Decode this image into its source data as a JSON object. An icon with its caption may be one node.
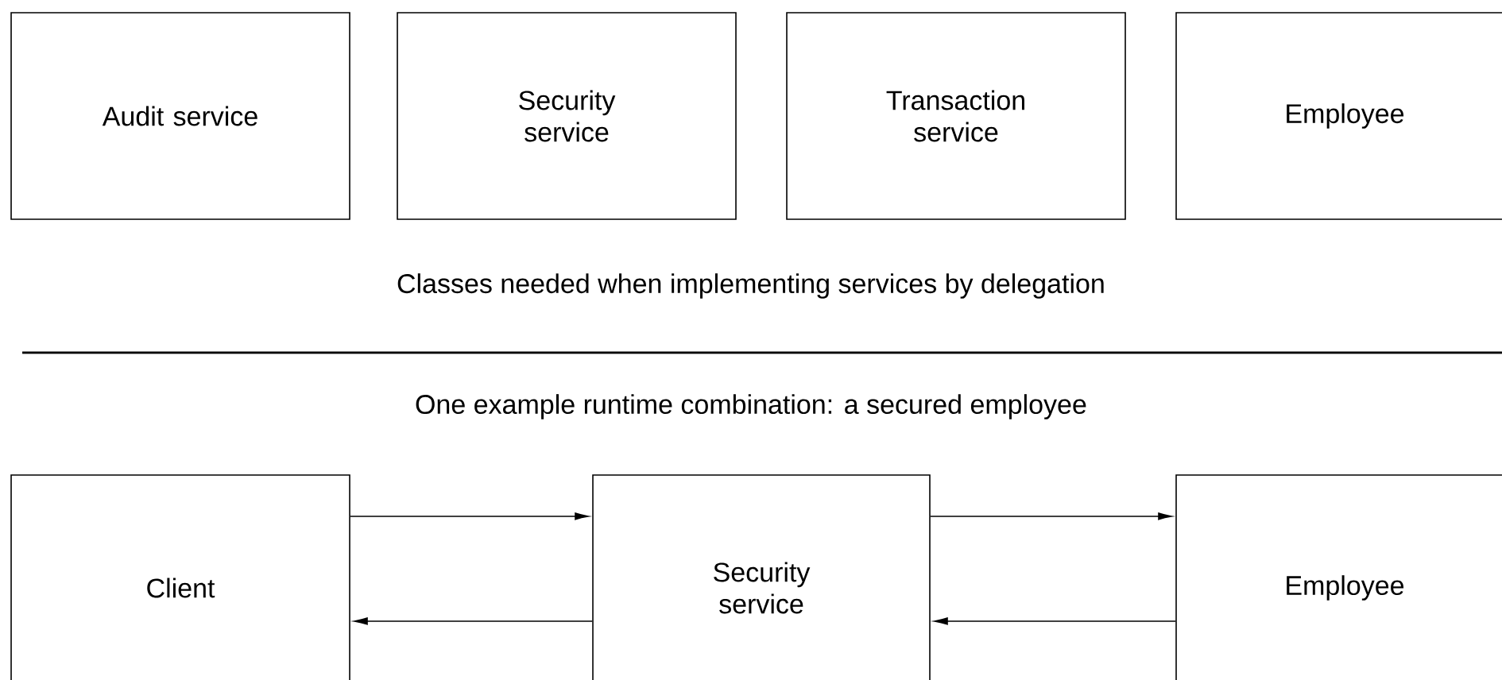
{
  "diagram": {
    "nodes": [
      {
        "text": [
          "Audit service"
        ]
      },
      {
        "text": [
          "Security service"
        ]
      },
      {
        "text": [
          "Transaction service"
        ]
      },
      {
        "text": [
          "Employee"
        ]
      },
      {
        "text": [
          "Client"
        ]
      },
      {
        "text": [
          "Security service"
        ]
      },
      {
        "text": [
          "Employee"
        ]
      }
    ],
    "edges": [
      {
        "from": 4,
        "to": 5,
        "arrow": "to"
      },
      {
        "from": 5,
        "to": 4,
        "arrow": "to"
      },
      {
        "from": 5,
        "to": 6,
        "arrow": "to"
      },
      {
        "from": 6,
        "to": 5,
        "arrow": "to"
      }
    ],
    "labels": [
      "Classes needed when implementing services by delegation",
      "One example runtime combination: a secured employee"
    ]
  }
}
